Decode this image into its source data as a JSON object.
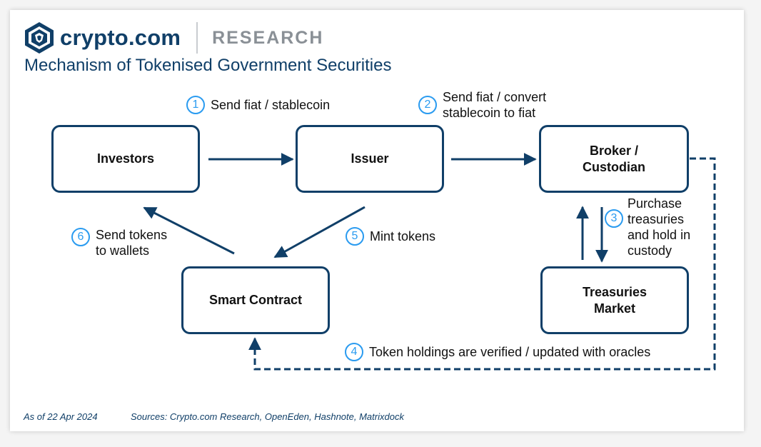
{
  "header": {
    "brand": "crypto.com",
    "section": "RESEARCH",
    "title": "Mechanism of Tokenised Government Securities"
  },
  "nodes": {
    "investors": "Investors",
    "issuer": "Issuer",
    "broker": "Broker /\nCustodian",
    "smart_contract": "Smart Contract",
    "treasuries": "Treasuries\nMarket"
  },
  "steps": [
    {
      "num": "1",
      "text": "Send fiat / stablecoin"
    },
    {
      "num": "2",
      "text": "Send fiat / convert\nstablecoin to fiat"
    },
    {
      "num": "3",
      "text": "Purchase\ntreasuries\nand hold in\ncustody"
    },
    {
      "num": "4",
      "text": "Token holdings are verified / updated with oracles"
    },
    {
      "num": "5",
      "text": "Mint tokens"
    },
    {
      "num": "6",
      "text": "Send tokens\nto wallets"
    }
  ],
  "footer": {
    "date": "As of 22 Apr 2024",
    "sources": "Sources: Crypto.com Research, OpenEden, Hashnote, Matrixdock"
  },
  "colors": {
    "navy": "#103f68",
    "accent_blue": "#2a9bf0",
    "research_grey": "#8a9096"
  },
  "icons": {
    "logo": "crypto-com-lion-shield-icon"
  }
}
